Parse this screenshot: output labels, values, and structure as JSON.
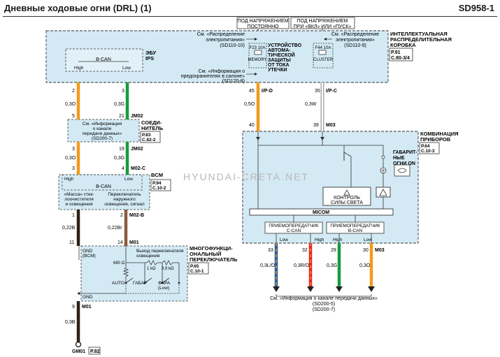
{
  "header": {
    "title": "Дневные ходовые огни (DRL) (1)",
    "code": "SD958-1"
  },
  "top_labels": {
    "always": [
      "ПОД НАПРЯЖЕНИЕМ",
      "ПОСТОЯННО"
    ],
    "on_start": [
      "ПОД НАПРЯЖЕНИЕМ",
      "ПРИ «ВКЛ» ИЛИ «ПУСК»"
    ]
  },
  "ijb": {
    "title": [
      "ИНТЕЛЛЕКТУАЛЬНАЯ",
      "РАСПРЕДЕЛИТЕЛЬНАЯ",
      "КОРОБКА"
    ],
    "ref": [
      "P.91",
      "C.80-3/4"
    ],
    "ref_power_left": [
      "См. «Распределение",
      "электропитания»",
      "(SD110-10)"
    ],
    "ref_power_right": [
      "См. «Распределение",
      "электропитания»",
      "(SD110-9)"
    ],
    "fuse_left": [
      "F23 10A",
      "MEMORY"
    ],
    "fuse_right": [
      "F44 10A",
      "CLUSTER"
    ],
    "protection": [
      "УСТРОЙСТВО",
      "АВТОМА-",
      "ТИЧЕСКОЙ",
      "ЗАЩИТЫ",
      "ОТ ТОКА",
      "УТЕЧКИ"
    ],
    "ref_fuses": [
      "См. «Информация о",
      "предохранителях в салоне»",
      "(SD120-8)"
    ],
    "ips_label": [
      "ЭБУ",
      "IPS"
    ],
    "bcan": "B-CAN",
    "high": "High",
    "low": "Low"
  },
  "wires": {
    "w_orange_left": {
      "pin_top": "2",
      "gauge": "0,3O",
      "pin_bottom": "5"
    },
    "w_green_left": {
      "pin_top": "3",
      "gauge": "0,3G",
      "pin_bottom": "21",
      "conn": "JM02"
    },
    "w_orange_left2": {
      "pin_top": "3",
      "gauge": "0,3O",
      "pin_bottom": "3"
    },
    "w_green_left2": {
      "pin_top": "19",
      "gauge": "0,3G",
      "pin_bottom": "4",
      "conn": "M02-C"
    },
    "w_black_left": {
      "pin_top": "1",
      "gauge": "0,22B",
      "pin_bottom": "11"
    },
    "w_brown_left": {
      "pin_top": "2",
      "gauge": "0,22Br",
      "pin_bottom": "14",
      "conn": "M02-B",
      "conn2": "M01"
    },
    "w_black_ground": {
      "pin": "9",
      "gauge": "0,3B",
      "conn": "M01",
      "ground": "GM01",
      "ground_ref": "P.82"
    },
    "w_ip_d": {
      "pin_top": "45",
      "conn": "I/P-D",
      "gauge": "0,5O",
      "pin_bottom": "40"
    },
    "w_ip_c": {
      "pin_top": "35",
      "conn": "I/P-C",
      "gauge": "0,3W",
      "pin_bottom": "39",
      "conn2": "M03"
    }
  },
  "connector_box": {
    "title": [
      "СОЕДИ-",
      "НИТЕЛЬ"
    ],
    "ref": [
      "P.83",
      "C.82-2"
    ],
    "note": [
      "См. «Информация",
      "о канале",
      "передачи данных»",
      "(SD200-7)"
    ]
  },
  "bcm": {
    "title": "BCM",
    "ref": [
      "P.94",
      "C.10-2"
    ],
    "bcan": "B-CAN",
    "high": "High",
    "low": "Low",
    "left_text": [
      "«Масса» стек-",
      "лоочистителя",
      "и освещения"
    ],
    "right_text": [
      "Переключатель",
      "наружного",
      "освещения, сигнал"
    ]
  },
  "mfs": {
    "title": [
      "МНОГОФУНКЦИ-",
      "ОНАЛЬНЫЙ",
      "ПЕРЕКЛЮЧАТЕЛЬ"
    ],
    "ref": [
      "P.65",
      "C.10-1"
    ],
    "gnd_bcm": [
      "GND",
      "(BCM)"
    ],
    "light_out": [
      "Выход переключателя",
      "освещения"
    ],
    "r1": "680 Ω",
    "r2": "1 kΩ",
    "r3": "3,9 kΩ",
    "auto": "AUTO",
    "gabar": "ГАБАР",
    "fara": [
      "ФАРА",
      "(Low)"
    ],
    "gnd": "GND"
  },
  "cluster": {
    "title": [
      "КОМБИНАЦИЯ",
      "ПРИБОРОВ"
    ],
    "ref": [
      "P.64",
      "C.10-3"
    ],
    "side_light": [
      "ГАБАРИТ-",
      "НЫЕ",
      "ОГНИ ON"
    ],
    "control": [
      "КОНТРОЛЬ",
      "СИЛЫ СВЕТА"
    ],
    "micom": "MICOM",
    "ccan_box": [
      "ПРИЕМОПЕРЕДАТЧИК",
      "C-CAN"
    ],
    "bcan_box": [
      "ПРИЕМОПЕРЕДАТЧИК",
      "B-CAN"
    ],
    "low": "Low",
    "high": "High",
    "pins": [
      "33",
      "32",
      "29",
      "30"
    ],
    "conn": "M03",
    "gauges": [
      "0,3L/O",
      "0,3R/O",
      "0,3G",
      "0,3O"
    ],
    "note": [
      "См. «Информация о канале передачи данных»",
      "(SD200-5)",
      "(SD200-7)"
    ]
  },
  "watermark": "HYUNDAI-CRETA.NET",
  "colors": {
    "box_fill": "#d3eaf5",
    "orange": "#f29a1a",
    "green": "#179a3f",
    "brown": "#8a5a3e",
    "black": "#2a2016",
    "blue": "#2f5d9e",
    "red": "#e3271f",
    "white": "#ffffff"
  }
}
